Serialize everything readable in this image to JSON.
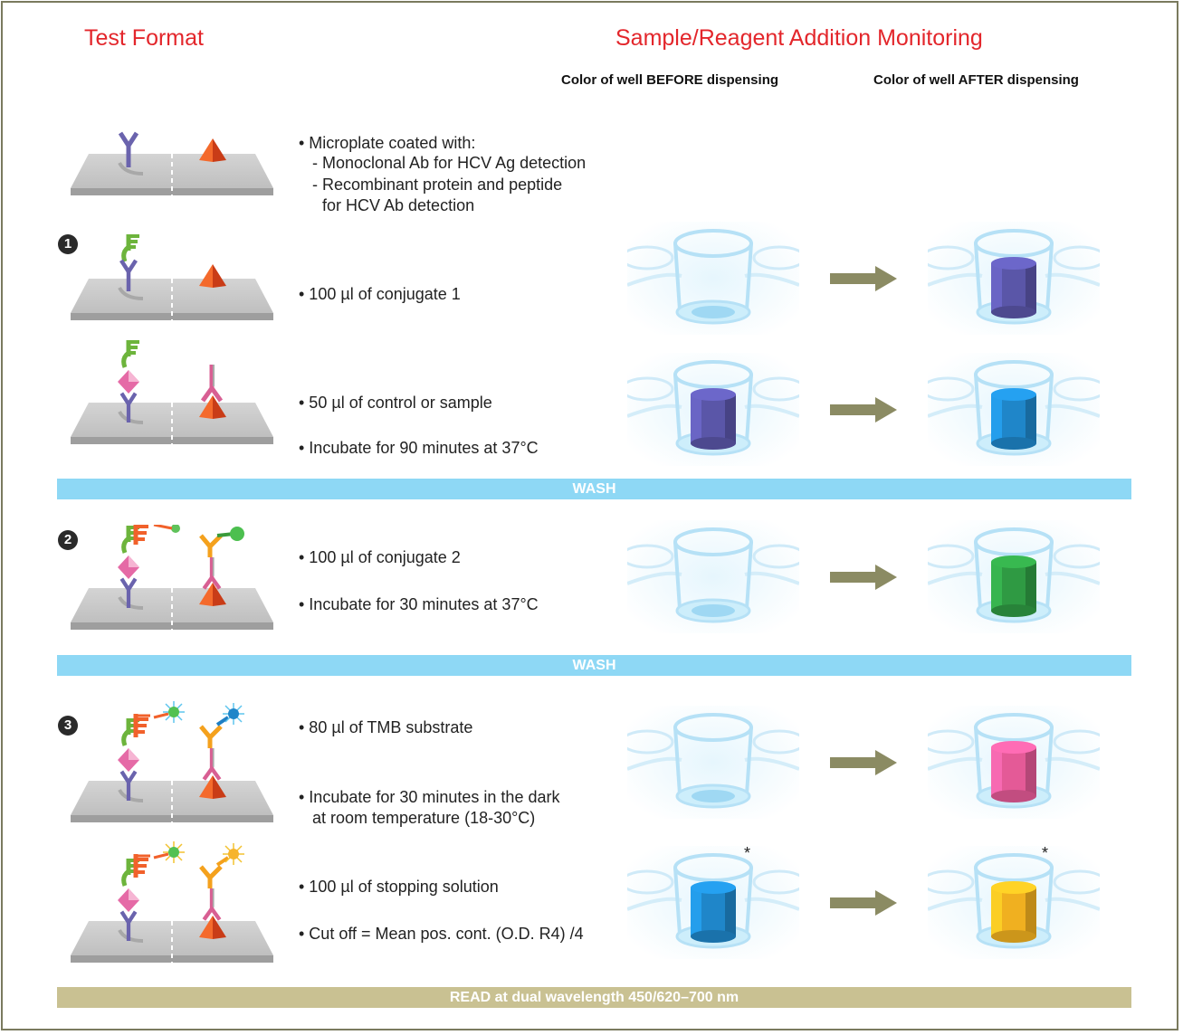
{
  "titles": {
    "test_format": "Test Format",
    "monitoring": "Sample/Reagent Addition Monitoring"
  },
  "columns": {
    "before": "Color of well BEFORE dispensing",
    "after": "Color of well AFTER dispensing"
  },
  "coating": {
    "line1": "• Microplate coated with:",
    "line2": "- Monoclonal Ab for HCV Ag detection",
    "line3": "- Recombinant protein and peptide",
    "line4": "for HCV Ab detection"
  },
  "steps": {
    "s1_num": "1",
    "s1_a": "• 100 µl of conjugate 1",
    "s1_b": "• 50 µl of control or sample",
    "s1_c": "• Incubate for 90 minutes at 37°C",
    "s2_num": "2",
    "s2_a": "• 100 µl of conjugate 2",
    "s2_b": "• Incubate for 30 minutes at 37°C",
    "s3_num": "3",
    "s3_a": "• 80 µl of TMB substrate",
    "s3_b1": "• Incubate for 30 minutes in the dark",
    "s3_b2": "at room temperature (18-30°C)",
    "s3_c": "• 100 µl of stopping solution",
    "s3_d": "• Cut off = Mean pos. cont. (O.D. R4) /4"
  },
  "bars": {
    "wash1": "WASH",
    "wash2": "WASH",
    "read": "READ at dual wavelength 450/620–700 nm"
  },
  "asterisk": "*",
  "colors": {
    "empty": "#9fd8f3",
    "purple": "#5a56a8",
    "blue": "#1f86c9",
    "green": "#2f9a43",
    "pink": "#e45a97",
    "yellow": "#f0b020"
  }
}
